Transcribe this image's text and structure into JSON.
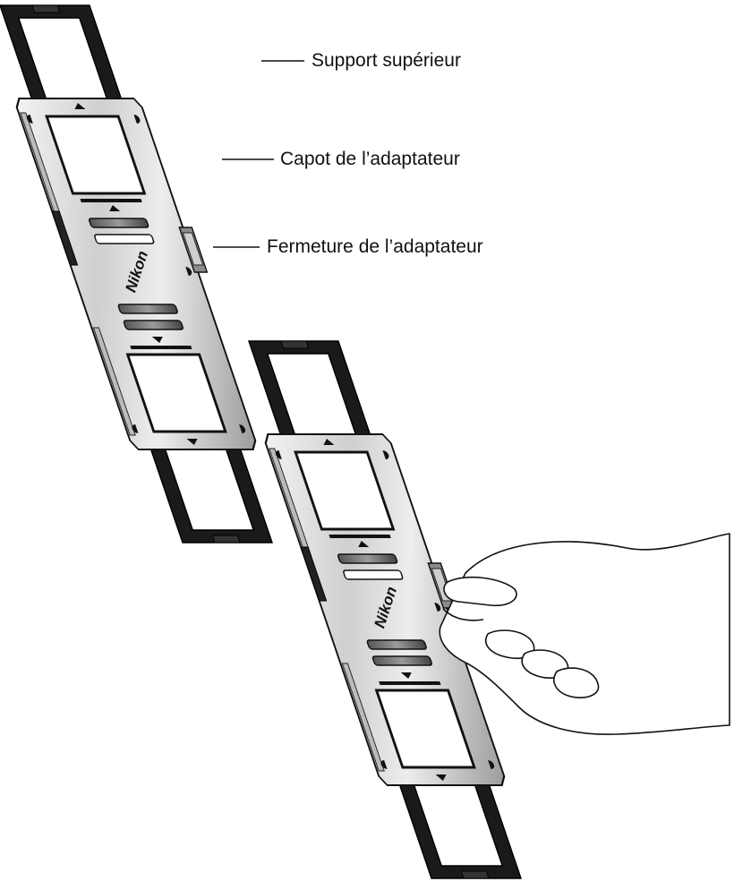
{
  "labels": {
    "top_holder": "Support supérieur",
    "adapter_cover": "Capot de l’adaptateur",
    "adapter_latch": "Fermeture de l’adaptateur"
  },
  "brand": {
    "logo_text": "Nikon"
  },
  "colors": {
    "holder": "#1a1a1a",
    "adapter_plate_light": "#e2e2e2",
    "adapter_plate_dark": "#8c8c8c",
    "outline": "#111111"
  }
}
